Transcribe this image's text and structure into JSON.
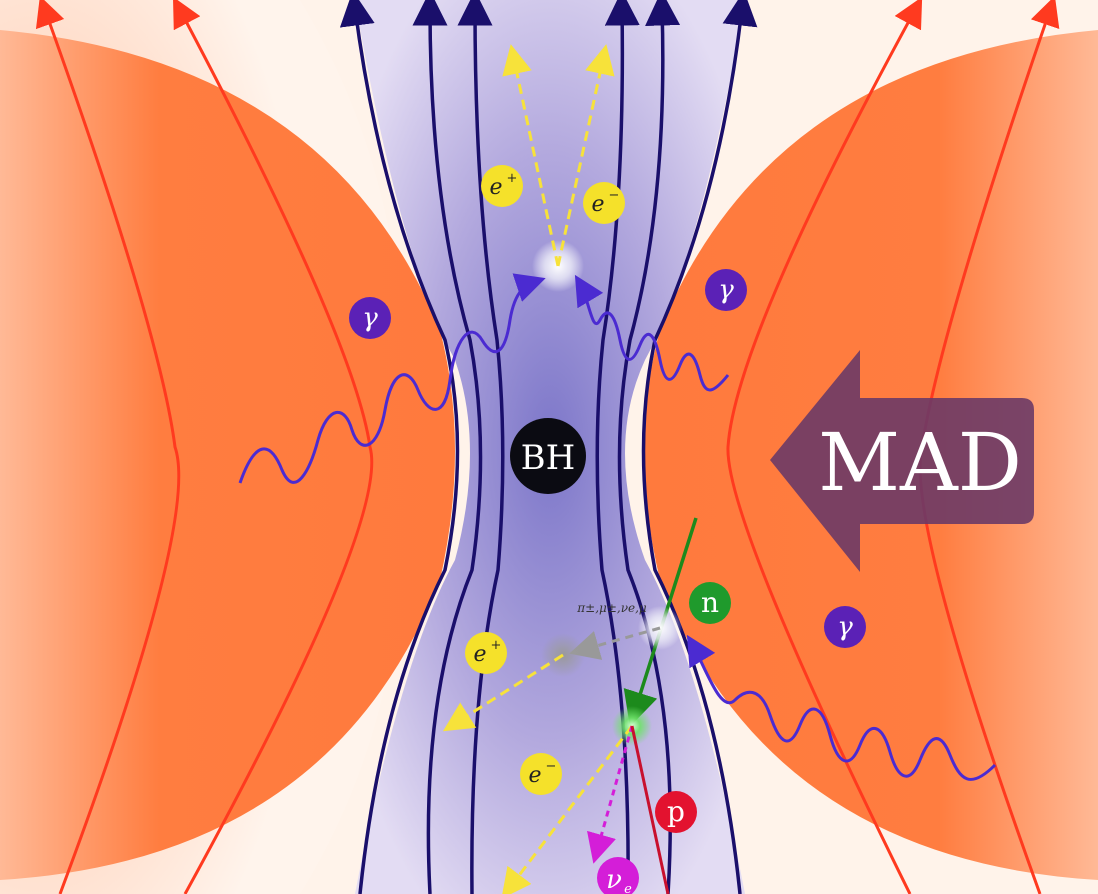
{
  "labels": {
    "bh": "BH",
    "mad": "MAD",
    "photon": "γ",
    "positron_top": "e",
    "positron_top_sup": "+",
    "electron_top": "e",
    "electron_top_sup": "−",
    "positron_bottom": "e",
    "positron_bottom_sup": "+",
    "electron_bottom": "e",
    "electron_bottom_sup": "−",
    "neutron": "n",
    "proton": "p",
    "neutrino": "ν",
    "neutrino_sub": "e",
    "decay_products": "π±,μ±,νe,μ"
  },
  "colors": {
    "disk": "#ff7a3d",
    "disk_halo": "#ffd9c2",
    "field_blue": "#1a0f6b",
    "field_red": "#ff3a1f",
    "funnel_fill": "#b7aee0",
    "photon": "#4b2bd1",
    "photon_badge": "#5b21b6",
    "lepton_badge": "#f5e12a",
    "lepton_track": "#f7e23a",
    "neutron_badge": "#1f9a2c",
    "neutron_track": "#1c8a1c",
    "proton_badge": "#e3122f",
    "proton_track": "#c8102e",
    "neutrino_badge": "#d41ed8",
    "neutrino_track": "#d41ed8",
    "mad_arrow": "#6b3a66"
  },
  "icons": {
    "black_hole": "black-hole-icon",
    "inflow_arrow": "inflow-arrow-icon"
  }
}
